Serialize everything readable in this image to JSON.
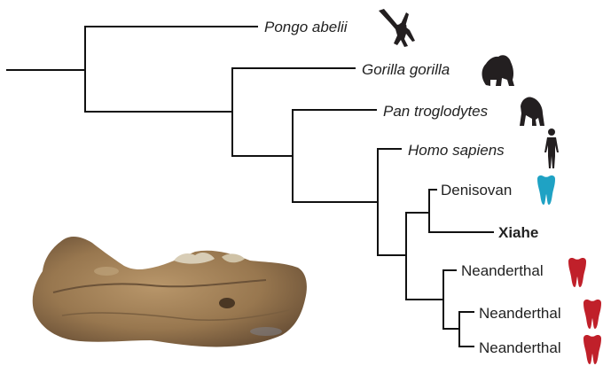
{
  "tree": {
    "taxa": [
      {
        "id": "pongo",
        "label": "Pongo abelii",
        "italic": true,
        "icon": "orangutan-icon"
      },
      {
        "id": "gorilla",
        "label": "Gorilla gorilla",
        "italic": true,
        "icon": "gorilla-icon"
      },
      {
        "id": "pan",
        "label": "Pan troglodytes",
        "italic": true,
        "icon": "chimpanzee-icon"
      },
      {
        "id": "homo",
        "label": "Homo sapiens",
        "italic": true,
        "icon": "human-icon"
      },
      {
        "id": "denisovan",
        "label": "Denisovan",
        "italic": false,
        "icon": "tooth-icon",
        "icon_color": "#1fa2c4"
      },
      {
        "id": "xiahe",
        "label": "Xiahe",
        "bold": true
      },
      {
        "id": "neanderthal1",
        "label": "Neanderthal",
        "icon": "tooth-icon",
        "icon_color": "#c0202a"
      },
      {
        "id": "neanderthal2",
        "label": "Neanderthal",
        "icon": "tooth-icon",
        "icon_color": "#c0202a"
      },
      {
        "id": "neanderthal3",
        "label": "Neanderthal",
        "icon": "tooth-icon",
        "icon_color": "#c0202a"
      }
    ]
  },
  "fossil": {
    "icon": "mandible-fossil-image",
    "color": "#9a7a55"
  }
}
